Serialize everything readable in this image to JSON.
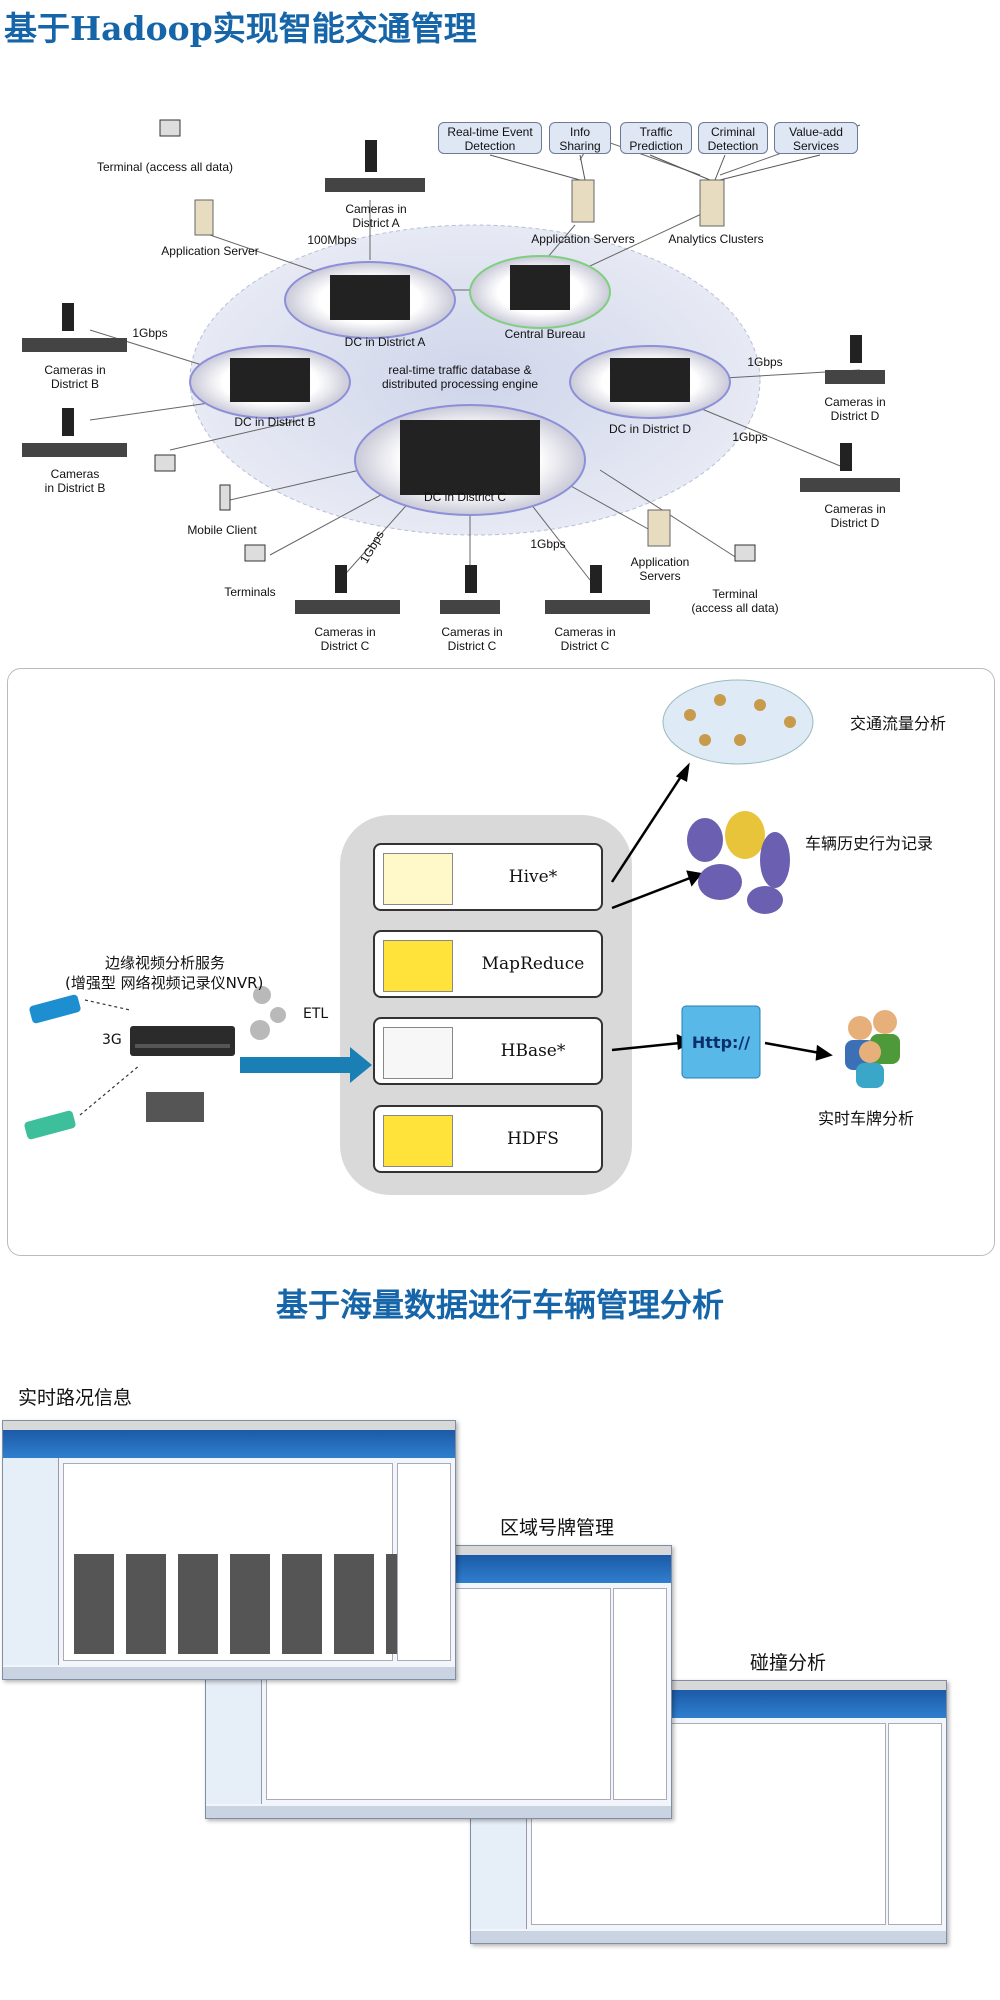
{
  "page_title": "基于Hadoop实现智能交通管理",
  "network": {
    "services": [
      {
        "label": "Real-time Event\nDetection"
      },
      {
        "label": "Info\nSharing"
      },
      {
        "label": "Traffic\nPrediction"
      },
      {
        "label": "Criminal\nDetection"
      },
      {
        "label": "Value-add\nServices"
      }
    ],
    "terminal_top": "Terminal (access all data)",
    "app_server": "Application Server",
    "app_servers": "Application Servers",
    "analytics": "Analytics Clusters",
    "cameras_a": "Cameras in\nDistrict A",
    "speed_100": "100Mbps",
    "dc_a": "DC in District A",
    "central": "Central Bureau",
    "speed_1g_b": "1Gbps",
    "cameras_b1": "Cameras in\nDistrict B",
    "cameras_b2": "Cameras\nin District B",
    "dc_b": "DC in District B",
    "engine": "real-time traffic database &\ndistributed processing engine",
    "dc_d": "DC in District D",
    "speed_1g_d1": "1Gbps",
    "speed_1g_d2": "1Gbps",
    "cameras_d1": "Cameras in\nDistrict D",
    "cameras_d2": "Cameras in\nDistrict D",
    "dc_c": "DC in District C",
    "mobile": "Mobile Client",
    "terminals": "Terminals",
    "speed_1g_c1": "1Gbps",
    "speed_1g_c2": "1Gbps",
    "app_servers_c": "Application\nServers",
    "terminal_c": "Terminal\n(access all data)",
    "cameras_c1": "Cameras in\nDistrict C",
    "cameras_c2": "Cameras in\nDistrict C",
    "cameras_c3": "Cameras in\nDistrict C"
  },
  "architecture": {
    "edge_service": "边缘视频分析服务",
    "nvr": "(增强型 网络视频记录仪NVR)",
    "link_3g": "3G",
    "etl": "ETL",
    "stack": [
      {
        "name": "Hive*",
        "logo": "hive-logo"
      },
      {
        "name": "MapReduce",
        "logo": "hadoop-elephant-logo"
      },
      {
        "name": "HBase*",
        "logo": "hbase-logo"
      },
      {
        "name": "HDFS",
        "logo": "hadoop-elephant-logo"
      }
    ],
    "traffic_flow": "交通流量分析",
    "vehicle_history": "车辆历史行为记录",
    "plate_analysis": "实时车牌分析",
    "http_icon_text": "Http://"
  },
  "section2_title": "基于海量数据进行车辆管理分析",
  "screens": {
    "realtime": "实时路况信息",
    "plates": "区域号牌管理",
    "collision": "碰撞分析"
  },
  "colors": {
    "title": "#1565a8",
    "accent_arrow": "#1a7fb5"
  }
}
